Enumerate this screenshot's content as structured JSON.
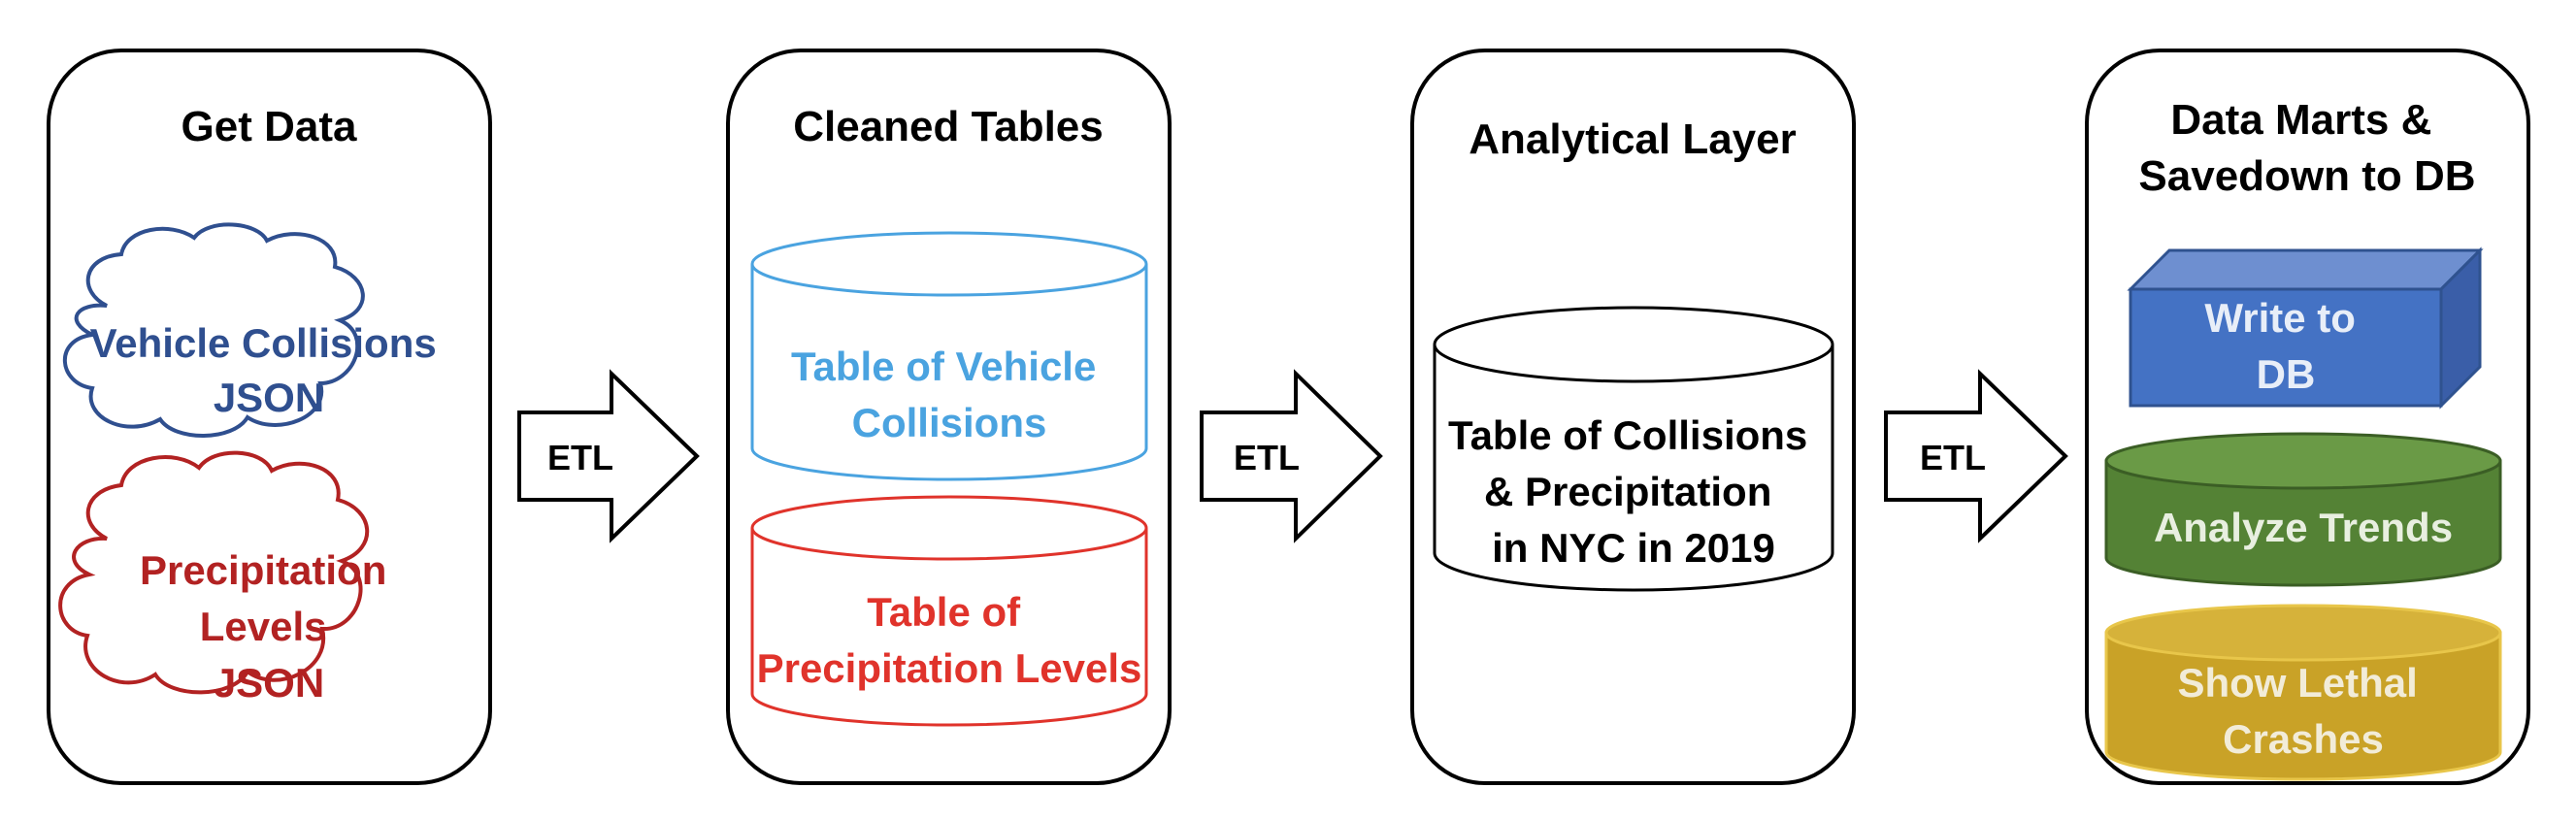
{
  "stages": [
    {
      "title": [
        "Get Data"
      ]
    },
    {
      "title": [
        "Cleaned Tables"
      ]
    },
    {
      "title": [
        "Analytical Layer"
      ]
    },
    {
      "title": [
        "Data Marts &",
        "Savedown to DB"
      ]
    }
  ],
  "sources": [
    {
      "lines": [
        "Vehicle Collisions",
        "JSON"
      ],
      "color": "#2f4f8f"
    },
    {
      "lines": [
        "Precipitation",
        "Levels",
        "JSON"
      ],
      "color": "#b22222"
    }
  ],
  "cleaned_tables": [
    {
      "lines": [
        "Table of Vehicle",
        "Collisions"
      ],
      "color": "#4aa3e0"
    },
    {
      "lines": [
        "Table of",
        "Precipitation Levels"
      ],
      "color": "#e0332b"
    }
  ],
  "analytical_table": {
    "lines": [
      "Table of Collisions",
      "& Precipitation",
      "in NYC in 2019"
    ],
    "color": "#000000"
  },
  "marts": {
    "write_db": {
      "lines": [
        "Write to",
        "DB"
      ],
      "color": "#4472c4"
    },
    "analyze_trends": {
      "lines": [
        "Analyze Trends"
      ],
      "color": "#548235"
    },
    "lethal_crashes": {
      "lines": [
        "Show Lethal",
        "Crashes"
      ],
      "color": "#c9a227"
    }
  },
  "arrows": [
    {
      "label": "ETL"
    },
    {
      "label": "ETL"
    },
    {
      "label": "ETL"
    }
  ]
}
